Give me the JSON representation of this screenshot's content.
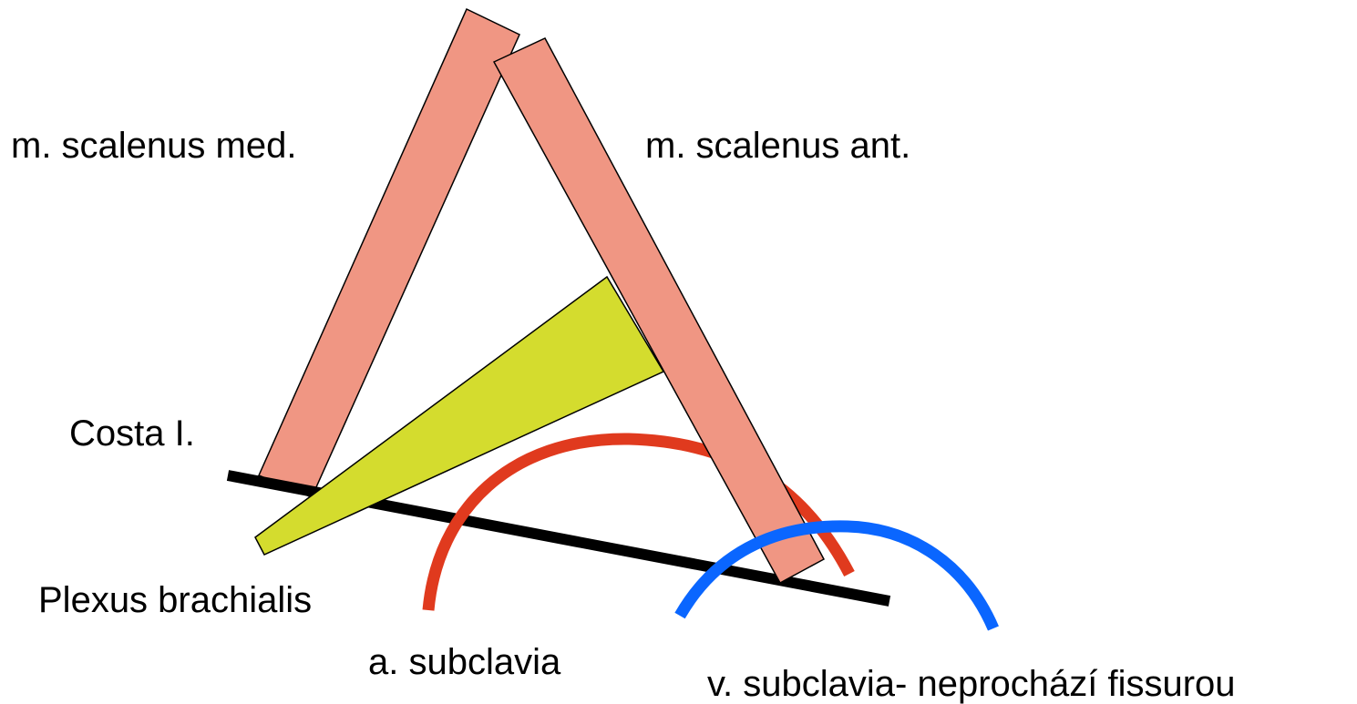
{
  "labels": {
    "scalenus_medius": "m. scalenus med.",
    "scalenus_anterior": "m. scalenus ant.",
    "costa": "Costa I.",
    "plexus": "Plexus brachialis",
    "arteria": "a. subclavia",
    "vena": "v. subclavia- neprochází fissurou"
  },
  "colors": {
    "muscle": "#f09683",
    "plexus": "#d4dc2e",
    "artery": "#e03a1e",
    "vein": "#0a66ff",
    "rib": "#000000",
    "outline": "#000000"
  }
}
